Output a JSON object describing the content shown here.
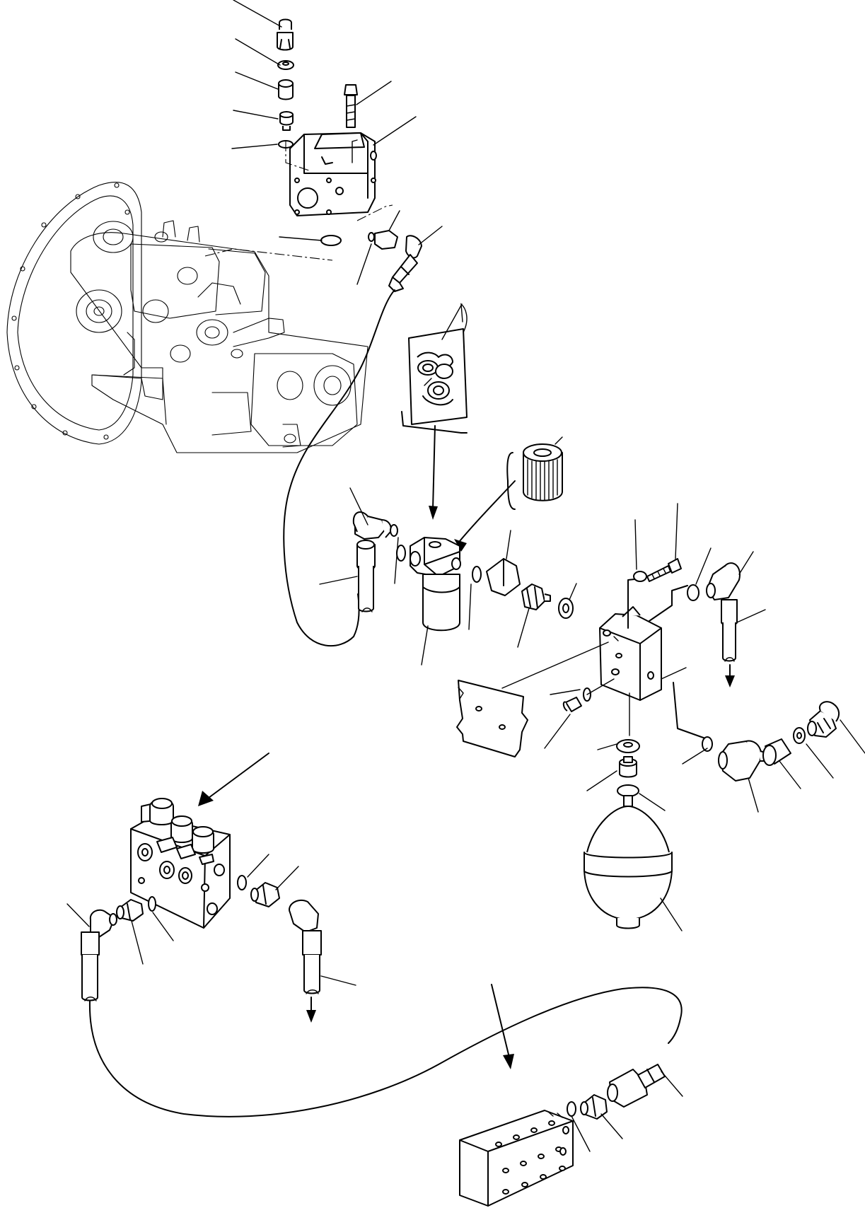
{
  "diagram": {
    "parts": [
      {
        "id": "pump-assembly",
        "icon": "hydraulic-pump-icon"
      },
      {
        "id": "self-pressure-reducing-valve",
        "icon": "valve-block-icon"
      },
      {
        "id": "line-filter",
        "icon": "filter-canister-icon"
      },
      {
        "id": "filter-element",
        "icon": "filter-element-icon"
      },
      {
        "id": "seal-kit",
        "icon": "seal-kit-bag-icon"
      },
      {
        "id": "block",
        "icon": "manifold-block-icon"
      },
      {
        "id": "accumulator",
        "icon": "accumulator-icon"
      },
      {
        "id": "solenoid-valve",
        "icon": "solenoid-valve-icon"
      },
      {
        "id": "junction-block",
        "icon": "junction-block-icon"
      },
      {
        "id": "plate",
        "icon": "plate-icon"
      }
    ],
    "colors": {
      "line": "#000000",
      "background": "#ffffff"
    }
  }
}
